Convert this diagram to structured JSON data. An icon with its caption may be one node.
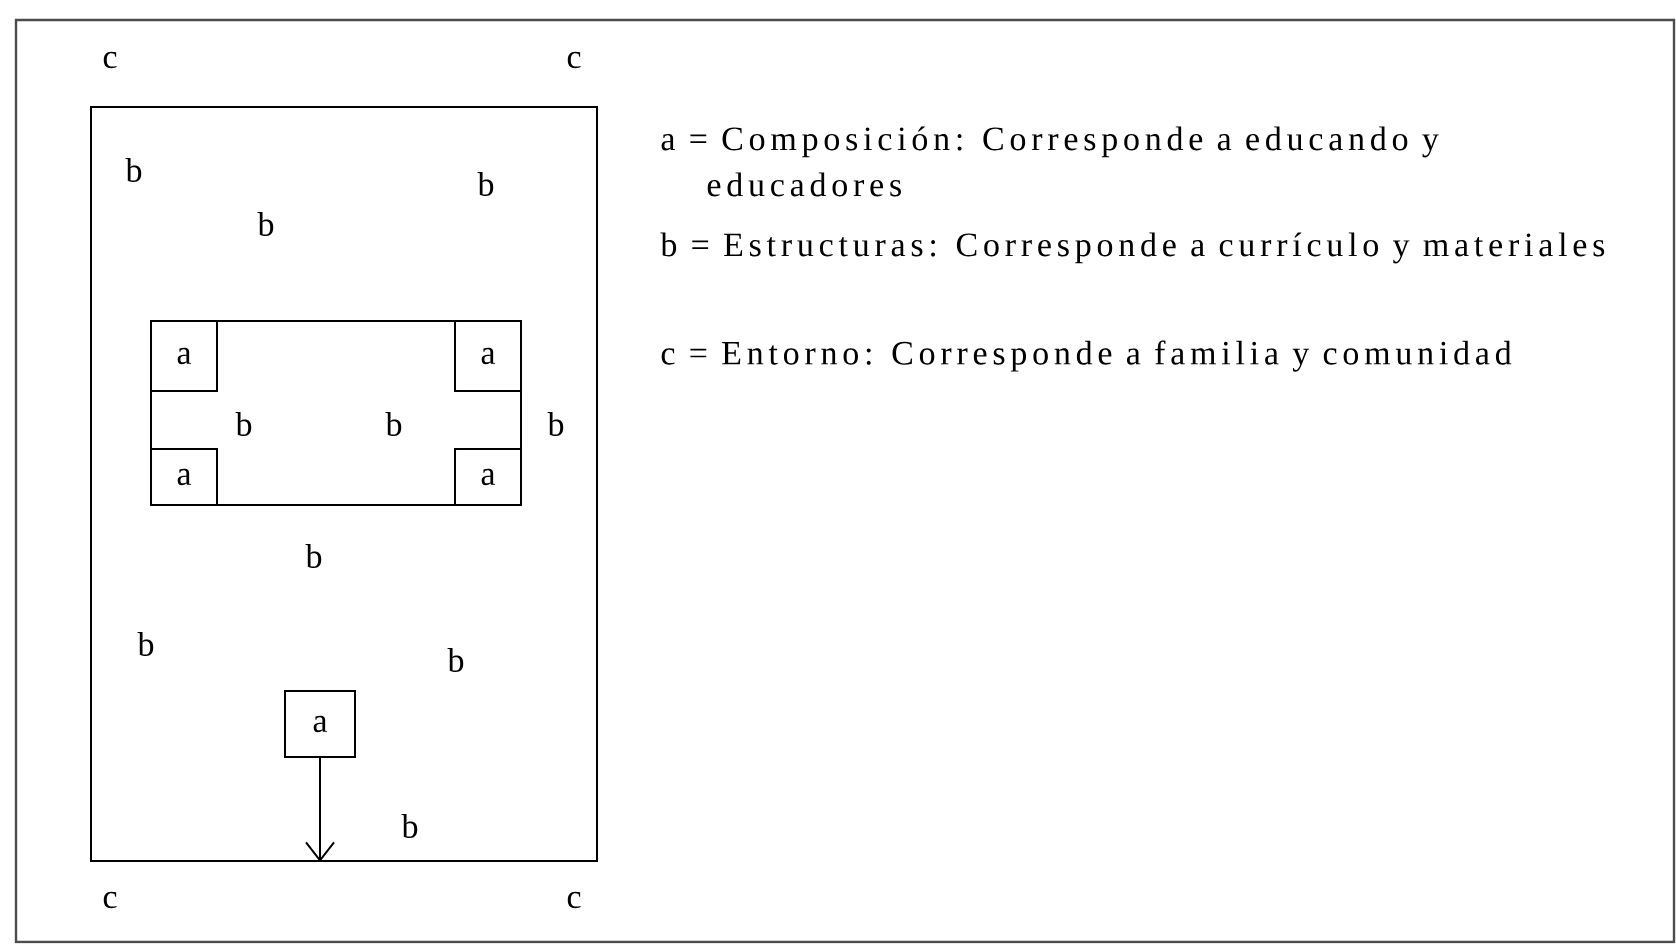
{
  "diagram": {
    "nodes": [
      {
        "text": [],
        "shape": "box"
      },
      {
        "text": [],
        "shape": "box",
        "in": 0
      },
      {
        "text": [
          "a"
        ],
        "in": 1
      },
      {
        "text": [
          "a"
        ],
        "in": 1
      },
      {
        "text": [
          "a"
        ],
        "in": 1
      },
      {
        "text": [
          "a"
        ],
        "in": 1
      },
      {
        "text": [
          "a"
        ],
        "in": 0
      }
    ],
    "edges": [
      {
        "from": 6,
        "to": 0,
        "arrow": "to"
      }
    ],
    "labels": [
      "c",
      "c",
      "b",
      "b",
      "b",
      "b",
      "b",
      "b",
      "b",
      "b",
      "b",
      "b",
      "c",
      "c",
      "a = Composición: Corresponde a educando y educadores",
      "b = Estructuras: Corresponde a currículo y materiales",
      "c = Entorno: Corresponde a familia y comunidad"
    ]
  }
}
